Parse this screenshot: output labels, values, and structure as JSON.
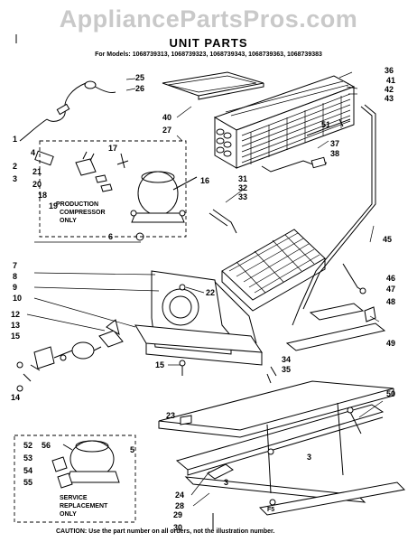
{
  "watermark": "AppliancePartsPros.com",
  "title": "UNIT PARTS",
  "models_line": "For Models: 1068739313, 1068739323, 1068739343, 1068739363, 1068739383",
  "production_box": [
    "PRODUCTION",
    "COMPRESSOR",
    "ONLY"
  ],
  "service_box": [
    "SERVICE",
    "REPLACEMENT",
    "ONLY"
  ],
  "caution": "CAUTION: Use the part number on all orders, not the illustration number.",
  "corner_mark": "F5",
  "part_numbers": {
    "n1": "1",
    "n2": "2",
    "n3": "3",
    "n3b": "3",
    "n3c": "3",
    "n4": "4",
    "n5": "5",
    "n6": "6",
    "n7": "7",
    "n8": "8",
    "n9": "9",
    "n10": "10",
    "n12": "12",
    "n13": "13",
    "n14": "14",
    "n15": "15",
    "n15b": "15",
    "n16": "16",
    "n17": "17",
    "n18": "18",
    "n19": "19",
    "n20": "20",
    "n21": "21",
    "n22": "22",
    "n23": "23",
    "n24": "24",
    "n25": "25",
    "n26": "26",
    "n27": "27",
    "n28": "28",
    "n29": "29",
    "n30": "30",
    "n31": "31",
    "n32": "32",
    "n33": "33",
    "n34": "34",
    "n35": "35",
    "n36": "36",
    "n37": "37",
    "n38": "38",
    "n40": "40",
    "n41": "41",
    "n42": "42",
    "n43": "43",
    "n45": "45",
    "n46": "46",
    "n47": "47",
    "n48": "48",
    "n49": "49",
    "n50": "50",
    "n51": "51",
    "n52": "52",
    "n53": "53",
    "n54": "54",
    "n55": "55",
    "n56": "56"
  }
}
